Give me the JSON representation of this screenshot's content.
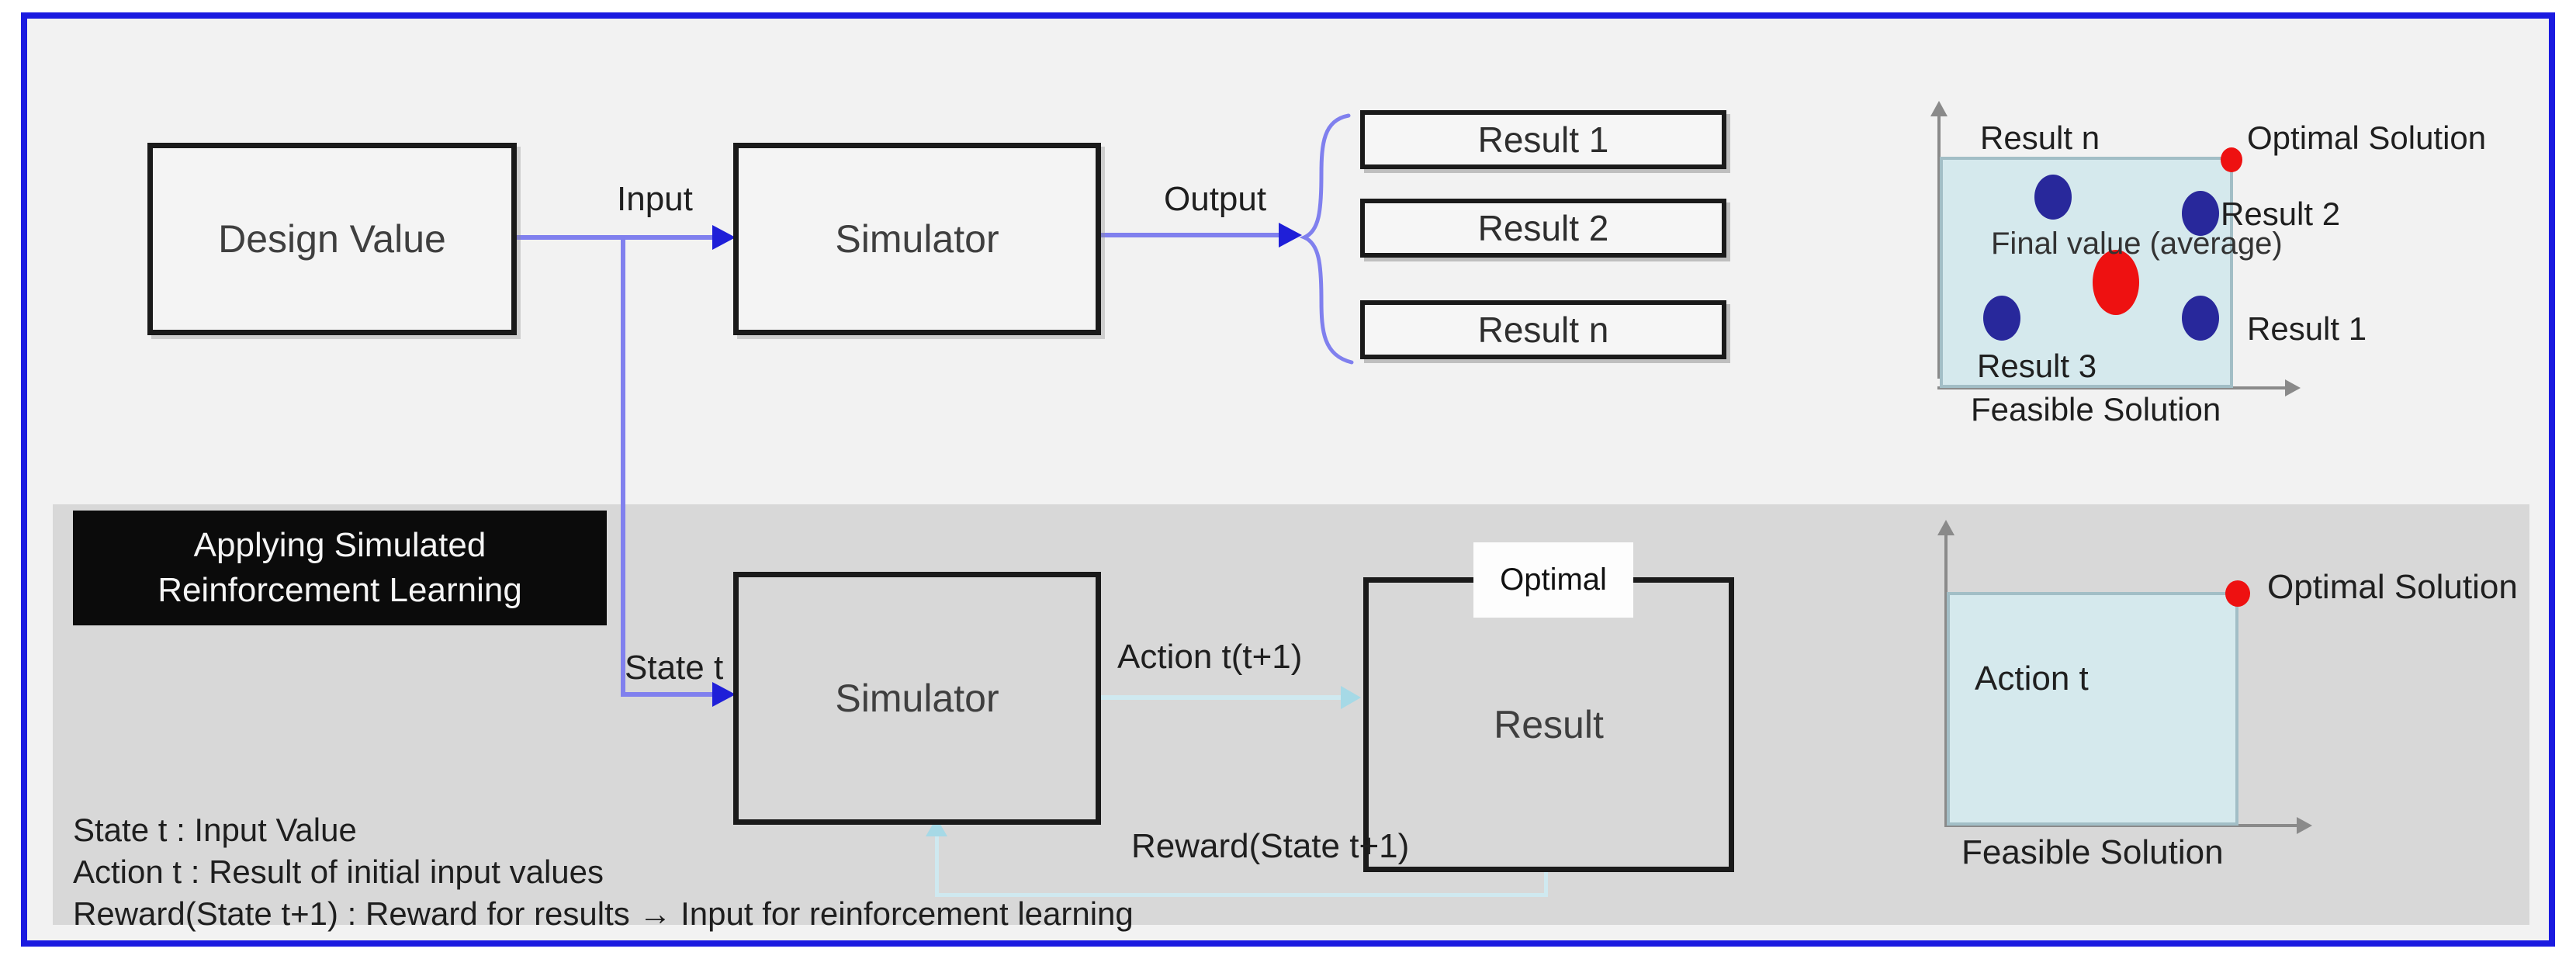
{
  "colors": {
    "frame_blue": "#1b1be0",
    "bg_light": "#f2f2f2",
    "panel_gray": "#d8d8d8",
    "box_border": "#1a1a1a",
    "text_dark": "#3f3f3f",
    "line_blue": "#8080ee",
    "arrow_blue": "#1f1fd8",
    "cyan_line": "#cfe9f0",
    "cyan_arrow": "#a6d9e6",
    "chart_fill": "#d5e9ed",
    "chart_border": "#a2bec6",
    "axis_gray": "#8a8a8a",
    "dot_blue": "#28289b",
    "dot_red": "#ee1111"
  },
  "top_flow": {
    "design_value_label": "Design Value",
    "input_label": "Input",
    "simulator_label": "Simulator",
    "output_label": "Output",
    "results": [
      {
        "label": "Result 1"
      },
      {
        "label": "Result 2"
      },
      {
        "label": "Result n"
      }
    ]
  },
  "solution_chart_top": {
    "result_n_label": "Result n",
    "optimal_solution_label": "Optimal Solution",
    "result_2_label": "Result 2",
    "final_value_label": "Final value (average)",
    "result_1_label": "Result 1",
    "result_3_label": "Result 3",
    "feasible_solution_label": "Feasible Solution"
  },
  "rl_flow": {
    "title_line1": "Applying Simulated",
    "title_line2": "Reinforcement Learning",
    "state_label": "State t",
    "simulator_label": "Simulator",
    "action_label": "Action t(t+1)",
    "optimal_tag": "Optimal",
    "result_label": "Result",
    "reward_label": "Reward(State t+1)"
  },
  "solution_chart_bottom": {
    "optimal_solution_label": "Optimal Solution",
    "action_t_label": "Action t",
    "feasible_solution_label": "Feasible Solution"
  },
  "legend": {
    "line1": "State t : Input Value",
    "line2": "Action t : Result of initial input values",
    "line3": "Reward(State t+1) : Reward for results → Input for reinforcement learning"
  }
}
